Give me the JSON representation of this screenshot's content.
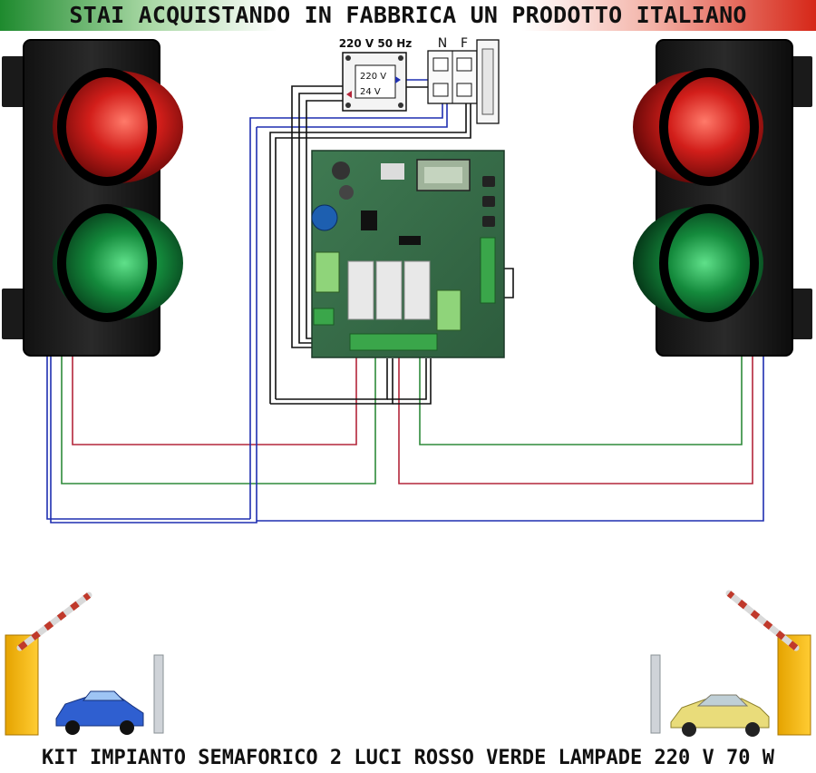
{
  "header": {
    "text": "STAI ACQUISTANDO IN FABBRICA UN PRODOTTO ITALIANO"
  },
  "footer": {
    "text": "KIT IMPIANTO SEMAFORICO 2 LUCI ROSSO VERDE LAMPADE 220 V 70 W"
  },
  "transformer": {
    "title": "220 V 50 Hz",
    "input_label": "220 V",
    "output_label": "24 V"
  },
  "terminal_block": {
    "n_label": "N",
    "f_label": "F"
  },
  "colors": {
    "red_wire": "#b3263a",
    "green_wire": "#2e8a3a",
    "blue_wire": "#1f2fb0",
    "black_wire": "#111111",
    "header_green": "#1e8a2e",
    "header_red": "#d62718"
  }
}
